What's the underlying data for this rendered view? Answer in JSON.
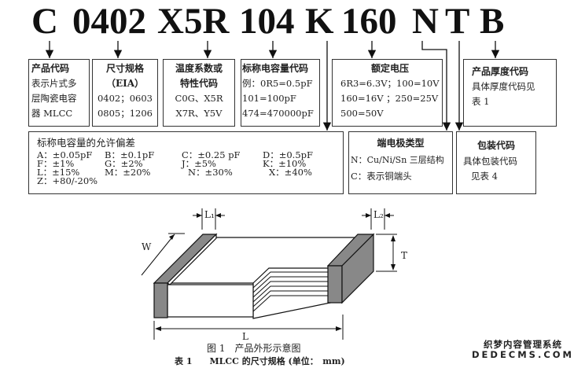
{
  "code_parts": [
    "C",
    "0402",
    "X5R",
    "104",
    "K",
    "160",
    "N",
    "T",
    "B"
  ],
  "boxes": {
    "product": {
      "title": "产品代码",
      "lines": [
        "表示片式多",
        "层陶瓷电容",
        "器 MLCC"
      ]
    },
    "size": {
      "title": "尺寸规格",
      "lines": [
        "（EIA）",
        "0402；0603",
        "0805；1206"
      ]
    },
    "temp": {
      "title": "温度系数或",
      "lines": [
        "特性代码",
        "C0G、X5R",
        "X7R、Y5V"
      ]
    },
    "cap": {
      "title": "标称电容量代码",
      "lines": [
        "例：0R5=0.5pF",
        "101=100pF",
        "474=470000pF"
      ]
    },
    "voltage": {
      "title": "额定电压",
      "lines": [
        "6R3=6.3V；100=10V",
        "160=16V ；250=25V",
        "500=50V"
      ]
    },
    "thickness": {
      "title": "产品厚度代码",
      "lines": [
        "具体厚度代码见",
        "表 1"
      ]
    },
    "tolerance": {
      "title": "标称电容量的允许偏差",
      "items": [
        "A：±0.05pF",
        "B：±0.1pF",
        "C：±0.25 pF",
        "D：±0.5pF",
        "F：±1%",
        "G：±2%",
        "J：±5%",
        "K：±10%",
        "L：±15%",
        "M：±20%",
        "N：±30%",
        "X：±40%",
        "Z：+80/-20%"
      ]
    },
    "electrode": {
      "title": "端电极类型",
      "lines": [
        "N：Cu/Ni/Sn 三层结构",
        "C：表示铜端头"
      ]
    },
    "package": {
      "title": "包装代码",
      "lines": [
        "具体包装代码",
        "见表 4"
      ]
    }
  },
  "figure": {
    "labels": {
      "W": "W",
      "L1": "L₁",
      "L2": "L₂",
      "T": "T",
      "L": "L"
    },
    "caption": "图 1　产品外形示意图",
    "table_caption": "表 1　　MLCC 的尺寸规格 (单位：　mm)"
  },
  "watermark": {
    "line1": "织梦内容管理系统",
    "line2": "DEDECMS.COM"
  }
}
